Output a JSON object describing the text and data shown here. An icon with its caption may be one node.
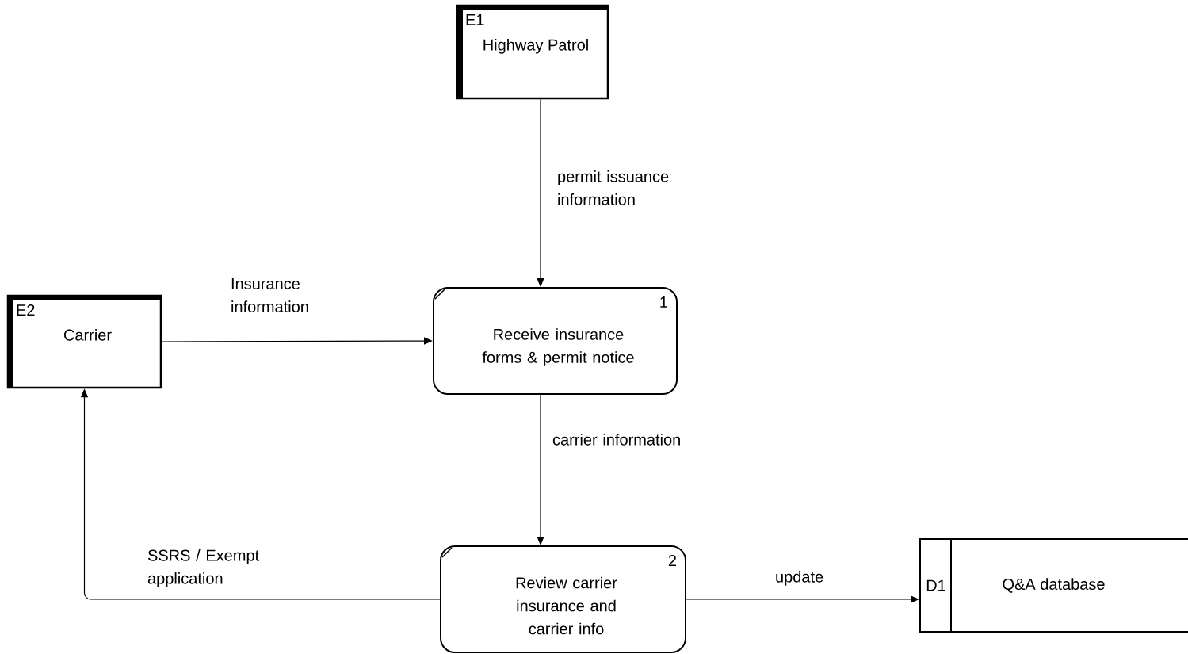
{
  "diagram": {
    "nodes": [
      {
        "text": [
          "E1",
          "Highway Patrol"
        ]
      },
      {
        "text": [
          "E2",
          "Carrier"
        ]
      },
      {
        "text": [
          "1",
          "Receive insurance forms & permit notice"
        ]
      },
      {
        "text": [
          "2",
          "Review carrier insurance and carrier info"
        ]
      },
      {
        "text": [
          "D1",
          "Q&A database"
        ]
      }
    ],
    "edges": [
      {
        "from": 0,
        "to": 2,
        "arrow": "to",
        "label": "permit issuance information"
      },
      {
        "from": 1,
        "to": 2,
        "arrow": "to",
        "label": "Insurance information"
      },
      {
        "from": 2,
        "to": 3,
        "arrow": "to",
        "label": "carrier information"
      },
      {
        "from": 3,
        "to": 1,
        "arrow": "to",
        "label": "SSRS / Exempt application"
      },
      {
        "from": 3,
        "to": 4,
        "arrow": "to",
        "label": "update"
      }
    ]
  }
}
